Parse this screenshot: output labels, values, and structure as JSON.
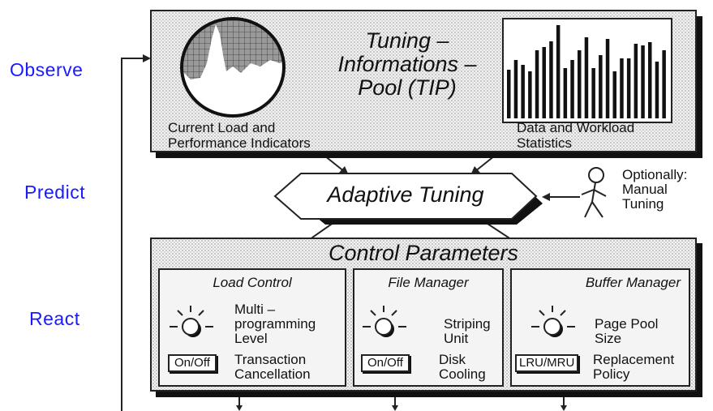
{
  "phases": {
    "observe": "Observe",
    "predict": "Predict",
    "react": "React"
  },
  "tip": {
    "title_line1": "Tuning –",
    "title_line2": "Informations –",
    "title_line3": "Pool (TIP)",
    "left_caption_line1": "Current Load and",
    "left_caption_line2": "Performance Indicators",
    "right_caption_line1": "Data  and Workload",
    "right_caption_line2": "Statistics"
  },
  "adaptive": {
    "label": "Adaptive Tuning"
  },
  "manual": {
    "line1": "Optionally:",
    "line2": "Manual",
    "line3": "Tuning"
  },
  "control": {
    "title": "Control Parameters",
    "panels": [
      {
        "title": "Load Control",
        "knob_line1": "Multi –",
        "knob_line2": "programming",
        "knob_line3": "Level",
        "switch": "On/Off",
        "switch_line1": "Transaction",
        "switch_line2": "Cancellation"
      },
      {
        "title": "File Manager",
        "knob_line1": "Striping",
        "knob_line2": "Unit",
        "switch": "On/Off",
        "switch_line1": "Disk",
        "switch_line2": "Cooling"
      },
      {
        "title": "Buffer Manager",
        "knob_line1": "Page Pool",
        "knob_line2": "Size",
        "switch": "LRU/MRU",
        "switch_line1": "Replacement",
        "switch_line2": "Policy"
      }
    ]
  },
  "colors": {
    "phase_text": "#1a1aff",
    "outline": "#222222",
    "shadow": "#111111"
  }
}
